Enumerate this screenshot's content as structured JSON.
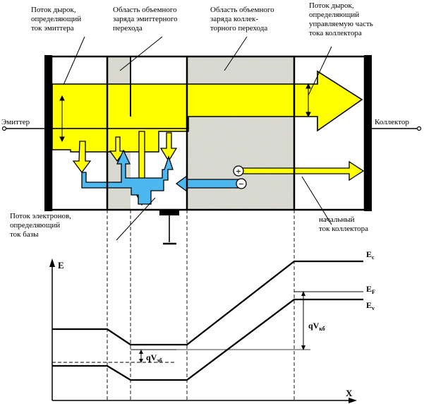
{
  "labels": {
    "holes_emitter": [
      "Поток дырок,",
      "определяющий",
      "ток эмиттера"
    ],
    "scr_emitter": [
      "Область объемного",
      "заряда эмиттерного",
      "перехода"
    ],
    "scr_collector": [
      "Область объемного",
      "заряда коллек-",
      "торного перехода"
    ],
    "holes_collector": [
      "Поток дырок,",
      "определяющий",
      "управляемую часть",
      "тока коллектора"
    ],
    "emitter": "Эмиттер",
    "collector": "Коллектор",
    "electrons_base": [
      "Поток электронов,",
      "определяющий",
      "ток базы"
    ],
    "initial_collector": [
      "начальный",
      "ток коллектора"
    ]
  },
  "symbols": {
    "plus": "+",
    "minus": "−"
  },
  "band": {
    "axis_e": "E",
    "axis_x": "X",
    "ec_main": "E",
    "ec_sub": "c",
    "ef_main": "E",
    "ef_sub": "F",
    "ev_main": "E",
    "ev_sub": "v",
    "qvkb_main": "qV",
    "qvkb_sub": "кб",
    "qveb_main": "qV",
    "qveb_sub": "эб"
  },
  "colors": {
    "yellow": "#ffff00",
    "blue": "#4db8f0",
    "region_gray": "#b4b5a6"
  }
}
